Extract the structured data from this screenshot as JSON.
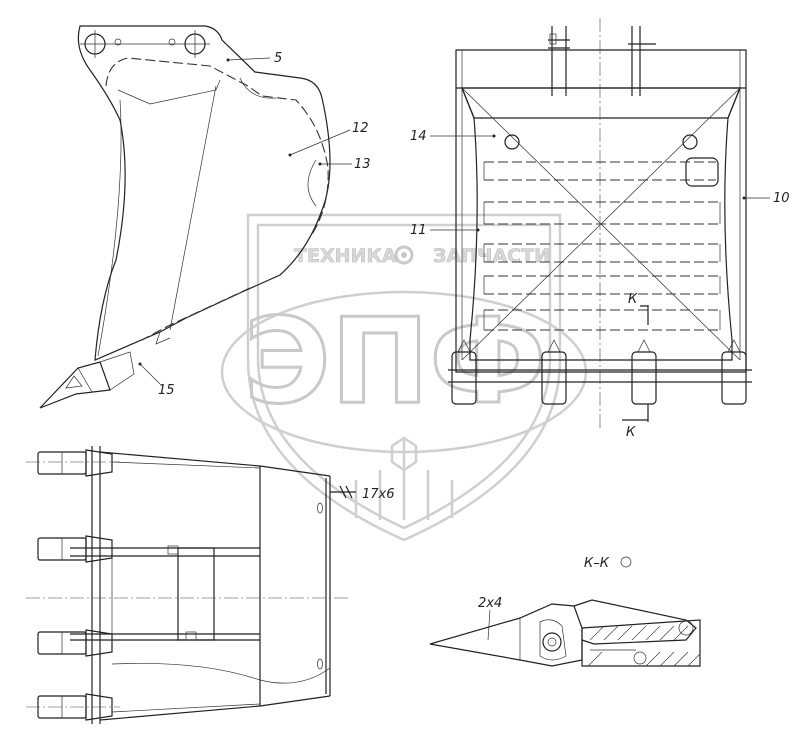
{
  "watermark": {
    "brand_left": "ТЕХНИКА",
    "brand_right": "ЗАПЧАСТИ",
    "monogram": "ЭПФ"
  },
  "labels": {
    "callout_5": "5",
    "callout_12": "12",
    "callout_13": "13",
    "callout_15": "15",
    "callout_14": "14",
    "callout_11": "11",
    "callout_10": "10",
    "section_mark_top": "К",
    "section_mark_bottom": "К",
    "weld_note": "17х6",
    "section_title": "К–К",
    "weld_note_2": "2х4"
  },
  "colors": {
    "line": "#222222",
    "watermark": "#cfcfcf",
    "background": "#ffffff"
  }
}
